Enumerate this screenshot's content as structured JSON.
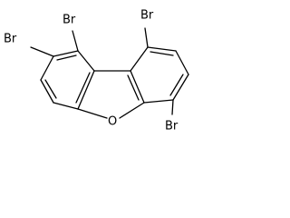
{
  "molecule": {
    "atoms": {
      "br_1": "Br",
      "br_2": "Br",
      "br_3": "Br",
      "br_4": "Br",
      "oxygen": "O"
    },
    "colors": {
      "bond": "#000000",
      "label": "#000000",
      "background": "#ffffff"
    }
  }
}
